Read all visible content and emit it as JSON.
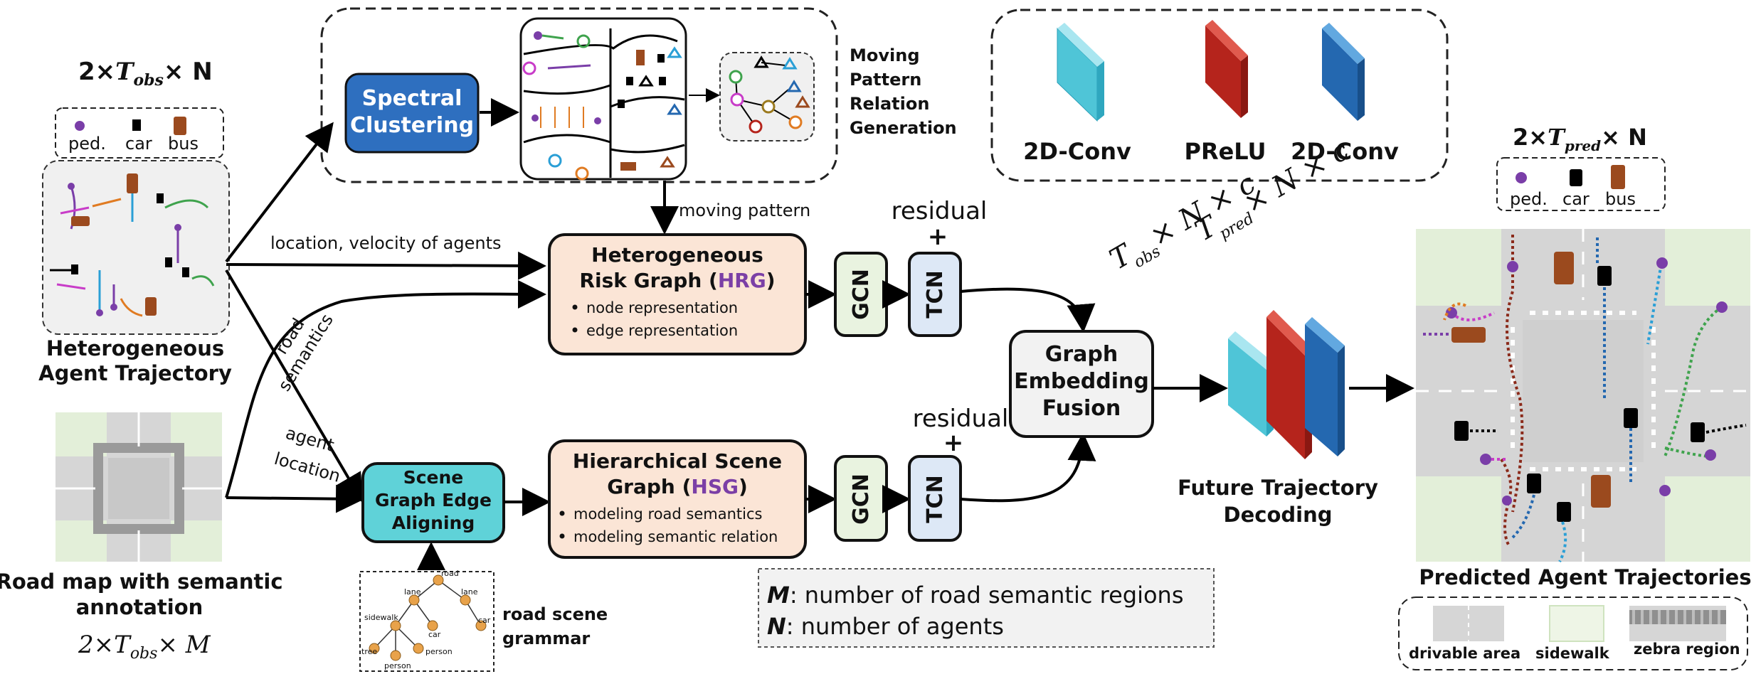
{
  "inputs": {
    "trajectory_dim": {
      "lead": "2×",
      "T": "T",
      "sub": "obs",
      "tail": "× N"
    },
    "legend": {
      "ped": "ped.",
      "car": "car",
      "bus": "bus"
    },
    "trajectory_caption": [
      "Heterogeneous",
      "Agent Trajectory"
    ],
    "road_caption": [
      "Road map with semantic",
      "annotation"
    ],
    "road_dim": {
      "lead": "2×",
      "T": "T",
      "sub": "obs",
      "tail": "× M"
    }
  },
  "clustering": {
    "button": [
      "Spectral",
      "Clustering"
    ],
    "side_label": [
      "Moving",
      "Pattern",
      "Relation",
      "Generation"
    ]
  },
  "edges": {
    "moving_pattern": "moving pattern",
    "location_velocity": "location, velocity of agents",
    "road_semantics": [
      "road",
      "semantics"
    ],
    "agent_location": [
      "agent",
      "location"
    ]
  },
  "hrg": {
    "title_line1": "Heterogeneous",
    "title_line2_pre": "Risk Graph (",
    "title_abbr": "HRG",
    "title_line2_post": ")",
    "bullets": [
      "node representation",
      "edge representation"
    ]
  },
  "hsg": {
    "title_line1": "Hierarchical Scene",
    "title_line2_pre": "Graph (",
    "title_abbr": "HSG",
    "title_line2_post": ")",
    "bullets": [
      "modeling road semantics",
      "modeling semantic relation"
    ]
  },
  "scene_aligning": [
    "Scene",
    "Graph Edge",
    "Aligning"
  ],
  "grammar": {
    "caption": [
      "road scene",
      "grammar"
    ],
    "nodes": [
      "road",
      "lane",
      "lane",
      "sidewalk",
      "car",
      "car",
      "tree",
      "person",
      "person"
    ]
  },
  "gcn_label": "GCN",
  "tcn_label": "TCN",
  "residual_label": "residual",
  "plus_label": "+",
  "fusion": [
    "Graph",
    "Embedding",
    "Fusion"
  ],
  "decoder_legend": {
    "layers": [
      "2D-Conv",
      "PReLU",
      "2D-Conv"
    ]
  },
  "decoder_dims": {
    "obs": {
      "T": "T",
      "sub": "obs",
      "rest": "× N × c"
    },
    "pred": {
      "T": "T",
      "sub": "pred",
      "rest": "× N × c"
    }
  },
  "decoding_caption": [
    "Future Trajectory",
    "Decoding"
  ],
  "output": {
    "dim": {
      "lead": "2×",
      "T": "T",
      "sub": "pred",
      "tail": "× N"
    },
    "legend": {
      "ped": "ped.",
      "car": "car",
      "bus": "bus"
    },
    "caption": "Predicted Agent Trajectories",
    "region_legend": [
      "drivable area",
      "sidewalk",
      "zebra region"
    ]
  },
  "notation": [
    {
      "sym": "M",
      "text": ": number of road semantic regions"
    },
    {
      "sym": "N",
      "text": ": number of agents"
    }
  ],
  "colors": {
    "spectral_fill": "#2e6fbf",
    "graph_box_fill": "#fbe5d6",
    "aligning_fill": "#5fd2d8",
    "gcn_fill": "#e9f3e0",
    "tcn_fill": "#dde8f6",
    "fusion_fill": "#f2f2f2",
    "conv_color": "#4fc5d7",
    "prelu_color": "#b5241c",
    "conv2_color": "#2468b0",
    "abbr_purple": "#7b3fa6",
    "ped_purple": "#7a3ea8",
    "bus_brown": "#9b4a1e"
  }
}
